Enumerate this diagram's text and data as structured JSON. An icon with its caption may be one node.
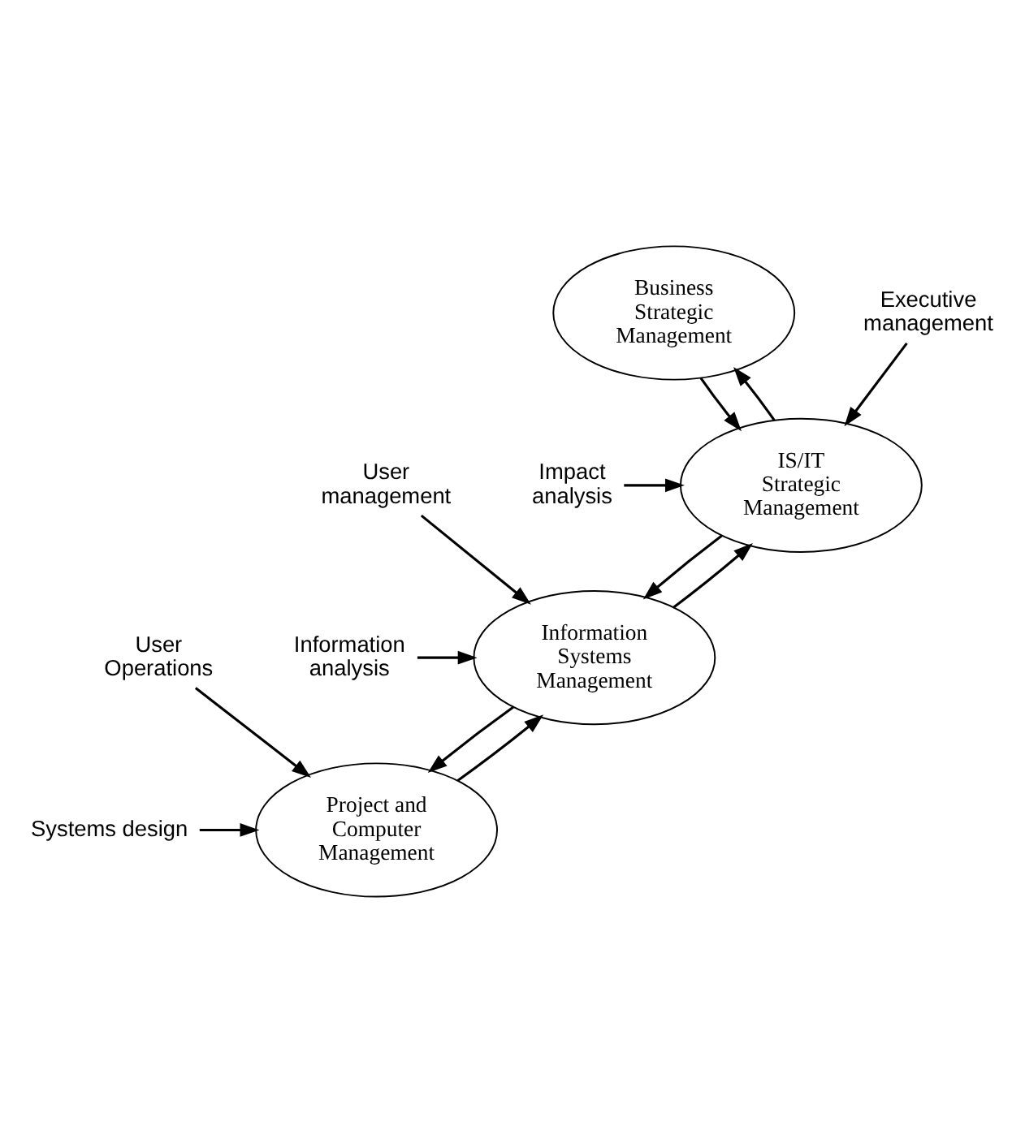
{
  "diagram": {
    "nodes": [
      {
        "text": [
          "Business Strategic Management"
        ]
      },
      {
        "text": [
          "Executive management"
        ]
      },
      {
        "text": [
          "IS/IT Strategic Management"
        ]
      },
      {
        "text": [
          "Impact analysis"
        ]
      },
      {
        "text": [
          "User management"
        ]
      },
      {
        "text": [
          "Information Systems Management"
        ]
      },
      {
        "text": [
          "Information analysis"
        ]
      },
      {
        "text": [
          "User Operations"
        ]
      },
      {
        "text": [
          "Project and Computer Management"
        ]
      },
      {
        "text": [
          "Systems design"
        ]
      }
    ],
    "edges": [
      {
        "from": 0,
        "to": 2,
        "arrow": "to"
      },
      {
        "from": 2,
        "to": 0,
        "arrow": "to"
      },
      {
        "from": 1,
        "to": 2,
        "arrow": "to"
      },
      {
        "from": 3,
        "to": 2,
        "arrow": "to"
      },
      {
        "from": 2,
        "to": 5,
        "arrow": "to"
      },
      {
        "from": 5,
        "to": 2,
        "arrow": "to"
      },
      {
        "from": 4,
        "to": 5,
        "arrow": "to"
      },
      {
        "from": 6,
        "to": 5,
        "arrow": "to"
      },
      {
        "from": 5,
        "to": 8,
        "arrow": "to"
      },
      {
        "from": 8,
        "to": 5,
        "arrow": "to"
      },
      {
        "from": 7,
        "to": 8,
        "arrow": "to"
      },
      {
        "from": 9,
        "to": 8,
        "arrow": "to"
      }
    ]
  }
}
